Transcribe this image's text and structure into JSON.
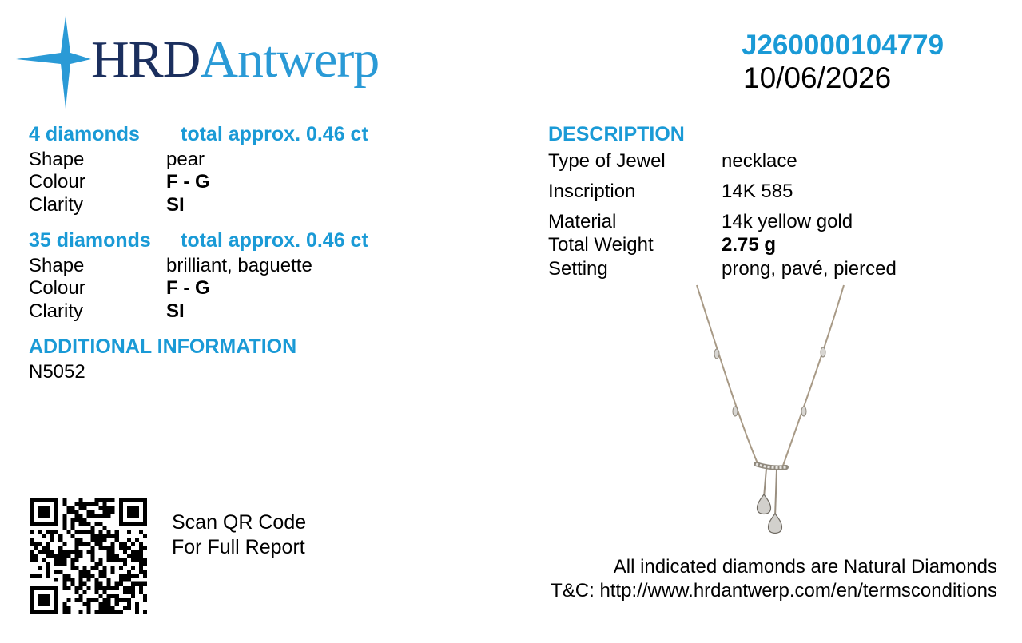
{
  "brand": {
    "logo_hrd": "HRD",
    "logo_antwerp": "Antwerp",
    "accent_color": "#1a9ad6",
    "navy_color": "#1b2f5e"
  },
  "report": {
    "number": "J260000104779",
    "date": "10/06/2026"
  },
  "groups": [
    {
      "count": "4 diamonds",
      "total": "total approx. 0.46 ct",
      "shape_label": "Shape",
      "shape": "pear",
      "colour_label": "Colour",
      "colour": "F - G",
      "clarity_label": "Clarity",
      "clarity": "SI"
    },
    {
      "count": "35 diamonds",
      "total": "total approx. 0.46 ct",
      "shape_label": "Shape",
      "shape": "brilliant, baguette",
      "colour_label": "Colour",
      "colour": "F - G",
      "clarity_label": "Clarity",
      "clarity": "SI"
    }
  ],
  "additional": {
    "heading": "ADDITIONAL INFORMATION",
    "value": "N5052"
  },
  "description": {
    "heading": "DESCRIPTION",
    "rows": [
      {
        "label": "Type of Jewel",
        "value": "necklace"
      },
      {
        "label": "Inscription",
        "value": "14K 585"
      },
      {
        "label": "Material",
        "value": "14k yellow gold"
      },
      {
        "label": "Total Weight",
        "value": "2.75 g"
      },
      {
        "label": "Setting",
        "value": "prong, pavé, pierced"
      }
    ]
  },
  "qr": {
    "line1": "Scan QR Code",
    "line2": "For Full Report"
  },
  "footer": {
    "natural": "All indicated diamonds are Natural Diamonds",
    "terms": "T&C: http://www.hrdantwerp.com/en/termsconditions"
  }
}
